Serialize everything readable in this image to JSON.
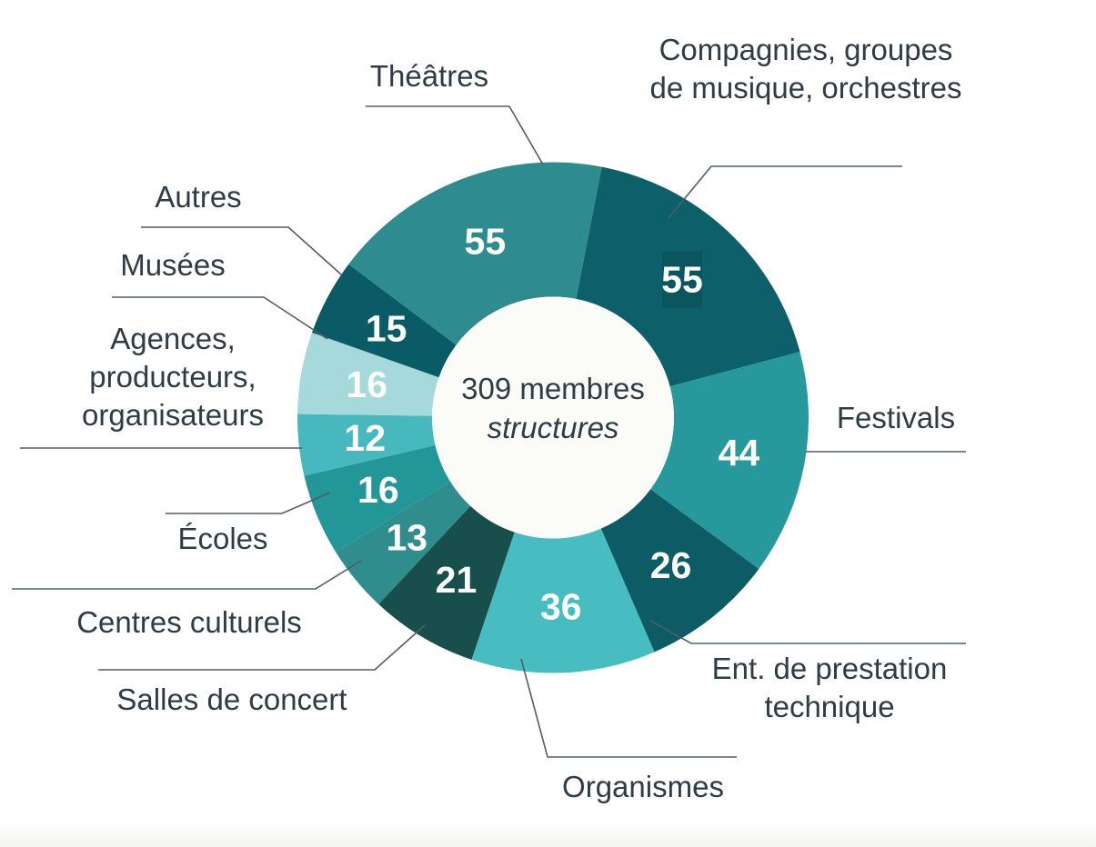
{
  "page": {
    "background": "#ffffff",
    "kind": "infographic-donut-chart"
  },
  "chart_data": {
    "type": "pie",
    "variant": "donut",
    "total": 309,
    "center_label": {
      "line1": "309 membres",
      "line2": "structures"
    },
    "start_angle_deg": 11,
    "legend_position": "callout-labels",
    "grid": false,
    "segments": [
      {
        "label": "Compagnies, groupes\nde musique, orchestres",
        "value": 55,
        "color": "#0D5F6A",
        "value_highlighted": true
      },
      {
        "label": "Festivals",
        "value": 44,
        "color": "#27999C",
        "value_highlighted": false
      },
      {
        "label": "Ent. de prestation\ntechnique",
        "value": 26,
        "color": "#0D5C65",
        "value_highlighted": false
      },
      {
        "label": "Organismes",
        "value": 36,
        "color": "#47BDC2",
        "value_highlighted": false
      },
      {
        "label": "Salles de concert",
        "value": 21,
        "color": "#184F4C",
        "value_highlighted": false
      },
      {
        "label": "Centres culturels",
        "value": 13,
        "color": "#2F8D8D",
        "value_highlighted": false
      },
      {
        "label": "Écoles",
        "value": 16,
        "color": "#239698",
        "value_highlighted": false
      },
      {
        "label": "Agences,\nproducteurs,\norganisateurs",
        "value": 12,
        "color": "#46B8BE",
        "value_highlighted": false
      },
      {
        "label": "Musées",
        "value": 16,
        "color": "#A5D9DB",
        "value_highlighted": false
      },
      {
        "label": "Autres",
        "value": 15,
        "color": "#0B5B66",
        "value_highlighted": false
      },
      {
        "label": "Théâtres",
        "value": 55,
        "color": "#2E8C8E",
        "value_highlighted": false
      }
    ],
    "colors": {
      "center_circle": "#FBFBF7",
      "label_text": "#2E3C46",
      "leader_line": "#525C64",
      "value_text": "#FDFDFD",
      "value_highlight_box": "rgba(0,0,0,0.10)"
    }
  }
}
